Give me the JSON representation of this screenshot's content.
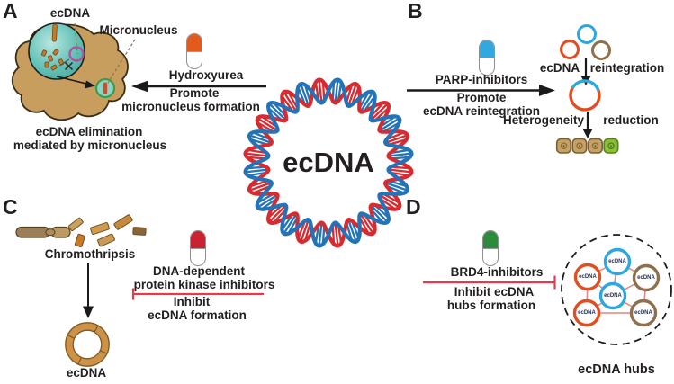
{
  "colors": {
    "ink": "#231f20",
    "helix_red": "#d62b30",
    "helix_blue": "#2273b7",
    "inhibit_red": "#e8394a",
    "capsule_a_top": "#e25a1c",
    "capsule_b_top": "#31a8e0",
    "capsule_c_top": "#c92332",
    "capsule_d_top": "#2d8b3e",
    "ring_blue": "#2da7df",
    "ring_orange": "#e04e22",
    "ring_brown": "#8f6f4c",
    "cell_tan": "#c5a264",
    "cell_green": "#8cbe3d",
    "cytoplasm_tan": "#c89e5e",
    "nucleus_teal": "#5bbcb3",
    "fragment_orange": "#c87a28",
    "purple_ring": "#b0549b",
    "hub_link_pink": "#e08878"
  },
  "center": {
    "label": "ecDNA"
  },
  "panelA": {
    "letter": "A",
    "ecdna_pointer_label": "ecDNA",
    "micronucleus_pointer_label": "Micronucleus",
    "drug": "Hydroxyurea",
    "effect_line1": "Promote",
    "effect_line2": "micronucleus formation",
    "caption_line1": "ecDNA elimination",
    "caption_line2": "mediated by micronucleus"
  },
  "panelB": {
    "letter": "B",
    "drug": "PARP-inhibitors",
    "effect_line1": "Promote",
    "effect_line2": "ecDNA reintegration",
    "step1_label_left": "ecDNA",
    "step1_label_right": "reintegration",
    "step2_label_left": "Heterogeneity",
    "step2_label_right": "reduction"
  },
  "panelC": {
    "letter": "C",
    "process_label": "Chromothripsis",
    "product_label": "ecDNA",
    "drug_line1": "DNA-dependent",
    "drug_line2": "protein kinase inhibitors",
    "effect_line1": "Inhibit",
    "effect_line2": "ecDNA formation"
  },
  "panelD": {
    "letter": "D",
    "drug": "BRD4-inhibitors",
    "effect_line1": "Inhibit ecDNA",
    "effect_line2": "hubs formation",
    "caption": "ecDNA hubs",
    "hubs": [
      {
        "label": "ecDNA",
        "color": "blue"
      },
      {
        "label": "ecDNA",
        "color": "orange"
      },
      {
        "label": "ecDNA",
        "color": "brown"
      },
      {
        "label": "ecDNA",
        "color": "blue"
      },
      {
        "label": "ecDNA",
        "color": "orange"
      },
      {
        "label": "ecDNA",
        "color": "brown"
      }
    ]
  }
}
